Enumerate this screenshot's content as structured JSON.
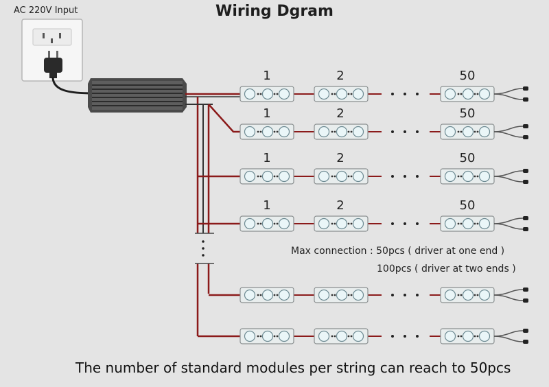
{
  "title": "Wiring Dgram",
  "input_label": "AC 220V Input",
  "notes": {
    "line1": "Max connection : 50pcs ( driver at one end )",
    "line2": "100pcs ( driver at two ends )"
  },
  "footer": "The number of standard modules per string can reach to 50pcs",
  "module_labels": {
    "first": "1",
    "second": "2",
    "last": "50"
  },
  "strings": [
    {
      "numbered": true
    },
    {
      "numbered": true
    },
    {
      "numbered": true
    },
    {
      "numbered": true
    },
    {
      "numbered": false
    },
    {
      "numbered": false
    }
  ],
  "colors": {
    "wire": "#8b1a1a",
    "wire_dark": "#333333",
    "led": "#eaf6f8",
    "module": "#e8eded"
  },
  "icons": {
    "outlet": "wall-outlet-icon",
    "plug": "power-plug-icon",
    "driver": "led-driver-icon",
    "ellipsis": "ellipsis-icon"
  }
}
